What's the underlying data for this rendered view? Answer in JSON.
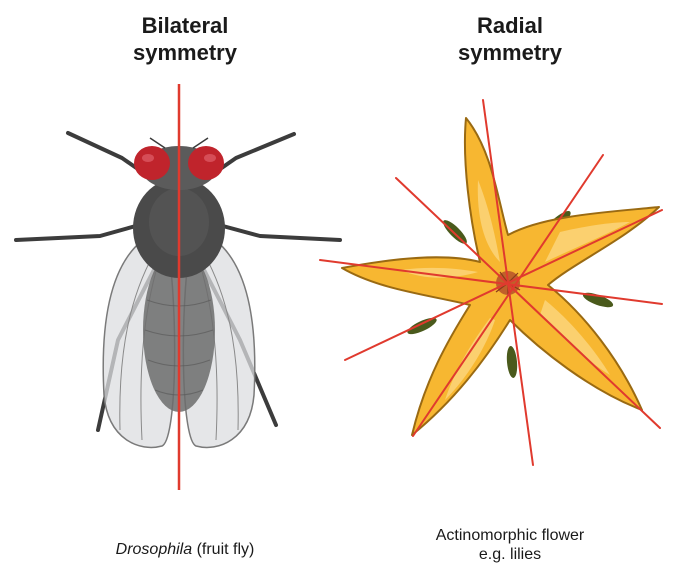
{
  "panels": {
    "bilateral": {
      "title_line1": "Bilateral",
      "title_line2": "symmetry",
      "caption_genus": "Drosophila",
      "caption_common": " (fruit fly)",
      "axis_color": "#e03a2e",
      "eye_color": "#c0242c",
      "body_color": "#4a4a4a"
    },
    "radial": {
      "title_line1": "Radial",
      "title_line2": "symmetry",
      "caption_line1": "Actinomorphic flower",
      "caption_line2": "e.g. lilies",
      "axis_color": "#e03a2e",
      "petal_color": "#f7b731",
      "petal_highlight": "#fcd57a",
      "outline_color": "#9a6a12",
      "sepal_color": "#4a5a1c"
    }
  }
}
